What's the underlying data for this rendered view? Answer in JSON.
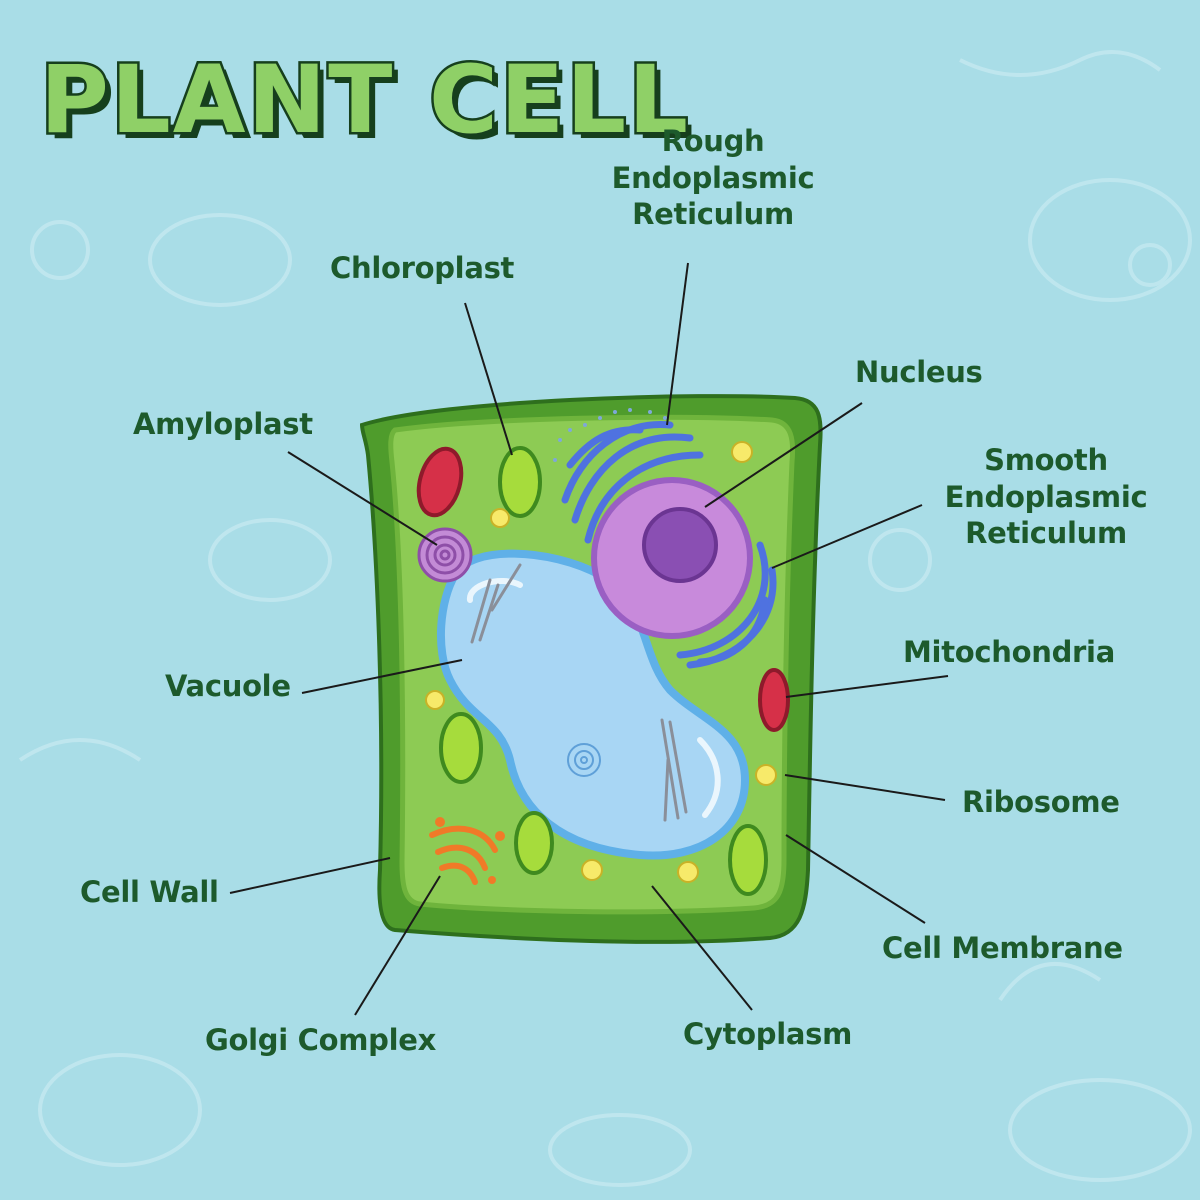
{
  "title": "PLANT CELL",
  "colors": {
    "background": "#a9dde7",
    "label_text": "#1d5a2c",
    "title_fill": "#8fd067",
    "title_outline": "#163f1d",
    "cell_wall": "#4f9c2c",
    "cytoplasm": "#8dcb54",
    "vacuole": "#a8d6f4",
    "nucleus": "#c88adb",
    "nucleolus": "#8a4fb3",
    "endoplasmic_reticulum": "#4f72e0",
    "chloroplast": "#a6dc3c",
    "mitochondria": "#d63048",
    "amyloplast": "#c38bd6",
    "golgi": "#f07a28",
    "ribosome": "#f7ea6a"
  },
  "labels": {
    "chloroplast": "Chloroplast",
    "rough_er": "Rough\nEndoplasmic\nReticulum",
    "nucleus": "Nucleus",
    "amyloplast": "Amyloplast",
    "smooth_er": "Smooth\nEndoplasmic\nReticulum",
    "vacuole": "Vacuole",
    "mitochondria": "Mitochondria",
    "ribosome": "Ribosome",
    "cell_wall": "Cell Wall",
    "cell_membrane": "Cell Membrane",
    "golgi_complex": "Golgi Complex",
    "cytoplasm": "Cytoplasm"
  }
}
